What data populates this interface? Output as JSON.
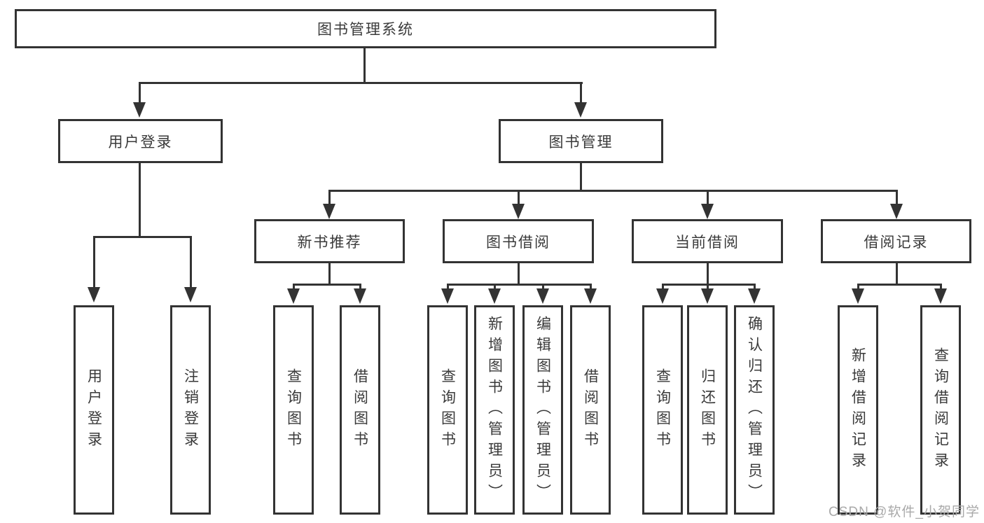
{
  "diagram": {
    "type": "org-chart",
    "root": {
      "label": "图书管理系统"
    },
    "branches": [
      {
        "label": "用户登录",
        "children": [
          {
            "label": "用户登录"
          },
          {
            "label": "注销登录"
          }
        ]
      },
      {
        "label": "图书管理",
        "children": [
          {
            "label": "新书推荐",
            "children": [
              {
                "label": "查询图书"
              },
              {
                "label": "借阅图书"
              }
            ]
          },
          {
            "label": "图书借阅",
            "children": [
              {
                "label": "查询图书"
              },
              {
                "label": "新增图书（管理员）"
              },
              {
                "label": "编辑图书（管理员）"
              },
              {
                "label": "借阅图书"
              }
            ]
          },
          {
            "label": "当前借阅",
            "children": [
              {
                "label": "查询图书"
              },
              {
                "label": "归还图书"
              },
              {
                "label": "确认归还（管理员）"
              }
            ]
          },
          {
            "label": "借阅记录",
            "children": [
              {
                "label": "新增借阅记录"
              },
              {
                "label": "查询借阅记录"
              }
            ]
          }
        ]
      }
    ]
  },
  "watermark": {
    "text": "CSDN @软件_小贺同学"
  },
  "colors": {
    "line": "#333333",
    "text": "#3a3a3a",
    "watermark": "#a9a9a9",
    "background": "#ffffff"
  }
}
